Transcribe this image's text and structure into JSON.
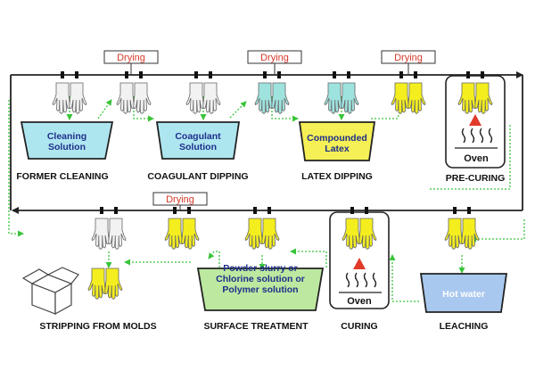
{
  "drying_label": "Drying",
  "tanks": {
    "cleaning": "Cleaning|Solution",
    "coagulant": "Coagulant|Solution",
    "latex": "Compounded|Latex",
    "powder": "Powder slurry or|Chlorine solution or|Polymer solution",
    "hot_water": "Hot water"
  },
  "ovens": {
    "pre_curing": "Oven",
    "curing": "Oven"
  },
  "steps": {
    "former_cleaning": "FORMER CLEANING",
    "coagulant_dipping": "COAGULANT DIPPING",
    "latex_dipping": "LATEX DIPPING",
    "pre_curing": "PRE-CURING",
    "stripping": "STRIPPING FROM MOLDS",
    "surface_treatment": "SURFACE TREATMENT",
    "curing": "CURING",
    "leaching": "LEACHING"
  },
  "colors": {
    "white_glove": "#f2f2f2",
    "cyan_glove": "#9fe3df",
    "yellow_glove": "#f4ee1e",
    "cleaning_fill": "#aee6f0",
    "coagulant_fill": "#aee6f0",
    "latex_fill": "#f5f055",
    "powder_fill": "#bde8a0",
    "water_fill": "#a9c8ef",
    "arrow_green": "#3ac43a"
  }
}
